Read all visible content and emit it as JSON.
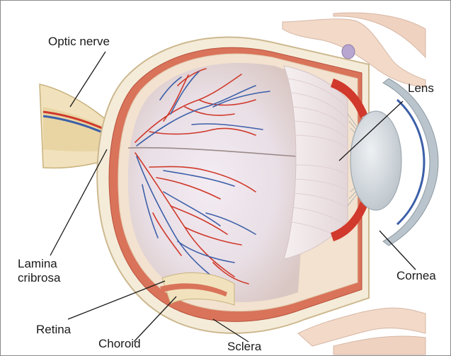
{
  "diagram": {
    "labels": {
      "optic_nerve": "Optic nerve",
      "lens": "Lens",
      "lamina_cribrosa_line1": "Lamina",
      "lamina_cribrosa_line2": "cribrosa",
      "cornea": "Cornea",
      "retina": "Retina",
      "choroid": "Choroid",
      "sclera": "Sclera"
    },
    "colors": {
      "sclera": "#f4ecd9",
      "choroid": "#d9735a",
      "retina_fill": "#f2e2cf",
      "vitreous": "#ece6ee",
      "artery": "#d0392b",
      "vein": "#3c5fa8",
      "lens": "#cdd3d8",
      "cornea": "#b9c4cc",
      "orbital_bone": "#f3d9c8",
      "leader_line": "#1a1a1a"
    }
  }
}
